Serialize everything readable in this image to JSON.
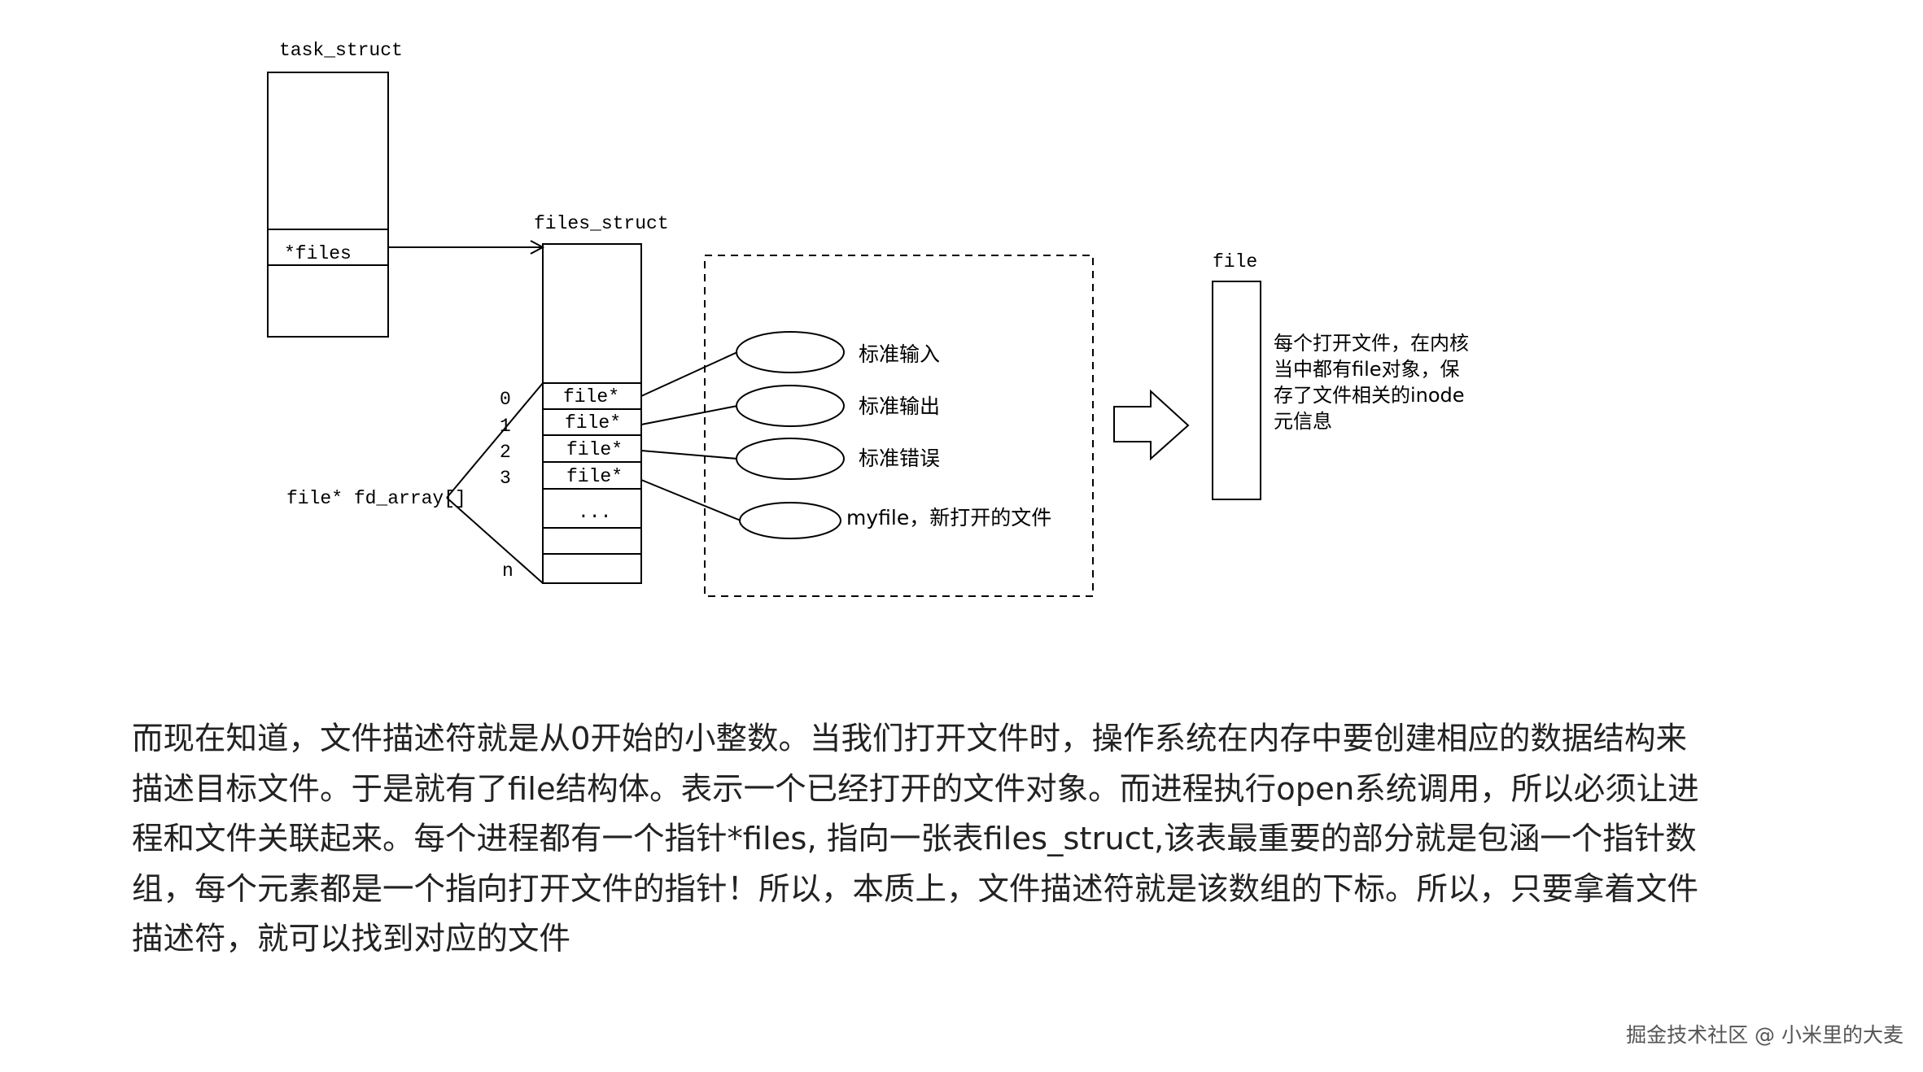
{
  "diagram": {
    "task_struct": {
      "title": "task_struct",
      "field": "*files"
    },
    "files_struct": {
      "title": "files_struct",
      "slots": [
        "file*",
        "file*",
        "file*",
        "file*",
        "..."
      ],
      "indices": [
        "0",
        "1",
        "2",
        "3",
        "n"
      ],
      "array_label": "file* fd_array[]"
    },
    "open_files": [
      "标准输入",
      "标准输出",
      "标准错误",
      "myfile，新打开的文件"
    ],
    "file": {
      "title": "file",
      "description": [
        "每个打开文件，在内核",
        "当中都有file对象，保",
        "存了文件相关的inode",
        "元信息"
      ]
    }
  },
  "paragraph": [
    "而现在知道，文件描述符就是从0开始的小整数。当我们打开文件时，操作系统在内存中要创建相应的数据结构来",
    "描述目标文件。于是就有了file结构体。表示一个已经打开的文件对象。而进程执行open系统调用，所以必须让进",
    "程和文件关联起来。每个进程都有一个指针*files, 指向一张表files_struct,该表最重要的部分就是包涵一个指针数",
    "组，每个元素都是一个指向打开文件的指针！所以，本质上，文件描述符就是该数组的下标。所以，只要拿着文件",
    "描述符，就可以找到对应的文件"
  ],
  "watermark": "掘金技术社区 @ 小米里的大麦"
}
